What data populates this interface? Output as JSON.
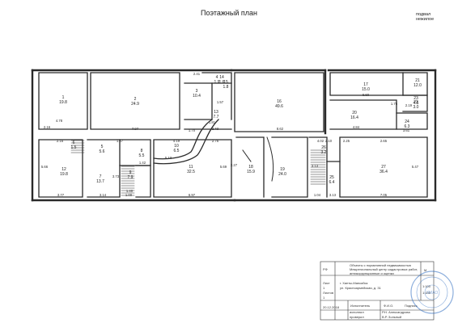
{
  "page": {
    "title": "Поэтажный план",
    "corner_label_line1": "подвал",
    "corner_label_line2": "нежилое"
  },
  "rooms": [
    {
      "num": "1",
      "area": "19.8"
    },
    {
      "num": "2",
      "area": "24.9"
    },
    {
      "num": "3",
      "area": "10.4"
    },
    {
      "num": "4",
      "area": "1.9"
    },
    {
      "num": "5",
      "area": "5.6"
    },
    {
      "num": "6",
      "area": "1.5"
    },
    {
      "num": "7",
      "area": "13.7"
    },
    {
      "num": "8",
      "area": "5.5"
    },
    {
      "num": "9",
      "area": "7.9"
    },
    {
      "num": "10",
      "area": "6.5"
    },
    {
      "num": "11",
      "area": "32.5"
    },
    {
      "num": "12",
      "area": "19.8"
    },
    {
      "num": "13",
      "area": "7.7"
    },
    {
      "num": "14",
      "area": "1.6"
    },
    {
      "num": "15",
      "area": "1.8"
    },
    {
      "num": "16",
      "area": "49.6"
    },
    {
      "num": "17",
      "area": "15.0"
    },
    {
      "num": "18",
      "area": "15.9"
    },
    {
      "num": "19",
      "area": "24.0"
    },
    {
      "num": "20",
      "area": "16.4"
    },
    {
      "num": "21",
      "area": "12.0"
    },
    {
      "num": "22",
      "area": "3.0"
    },
    {
      "num": "23",
      "area": "4.5"
    },
    {
      "num": "24",
      "area": "6.3"
    },
    {
      "num": "25",
      "area": "6.4"
    },
    {
      "num": "26",
      "area": "3.2"
    },
    {
      "num": "27",
      "area": "36.4"
    }
  ],
  "dimensions": {
    "d1": "4.78",
    "d2": "7.97",
    "d3": "2.41",
    "d4": "1.57",
    "d5": "2.43",
    "d6": "8.62",
    "d7": "6.60",
    "d8": "4.84",
    "d9": "3.61",
    "d10": "1.75",
    "d11": "2.19",
    "d12": "2.16",
    "d13": "2.16",
    "d14": "1.47",
    "d15": "4.19",
    "d16": "2.76",
    "d17": "5.13",
    "d18": "1.42",
    "d19": "1.70",
    "d20": "1.81",
    "d21": "4.02",
    "d22": "2.25",
    "d23": "3.77",
    "d24": "3.14",
    "d25": "1.00",
    "d26": "6.97",
    "d27": "3.73",
    "d28": "1.40",
    "d29": "7.05",
    "d30": "1.04",
    "d31": "3.13",
    "d32": "2.65",
    "d33": "5.66",
    "d34": "5.47",
    "d35": "5.69",
    "d36": "3.13",
    "d37": "2.10",
    "d38": "2.27"
  },
  "stamp": {
    "sheet_code": "РФ",
    "object_line1": "Объекты с нормативной недвижимостью",
    "object_line2": "Межрегиональный центр кадастровых работ,",
    "object_line3": "антикоррупционные и оценки",
    "city_line": "г. Ханты-Мансийск",
    "street_line": "ул. Красноармейская, д. 31",
    "sheet_label": "Лист",
    "sheet_num": "1",
    "sheets_label": "Листов",
    "sheets_num": "1",
    "date": "20.12.2018",
    "role1": "исполнил",
    "role2": "проверил",
    "name1": "Р.Н. Александрова",
    "name2": "В.Р. Зольный",
    "scale_label": "М",
    "scale_value": "1:100",
    "scale_extra": "1:100",
    "col_label": "Исполнитель",
    "col_label2": "Ф.И.О.",
    "col_label3": "Подпись"
  },
  "seal": {
    "ring_text": "МЕЖРЕГИОНАЛЬНЫЙ ЦЕНТР КАДАСТРОВЫХ РАБОТ",
    "center_text": "ХМАО"
  }
}
